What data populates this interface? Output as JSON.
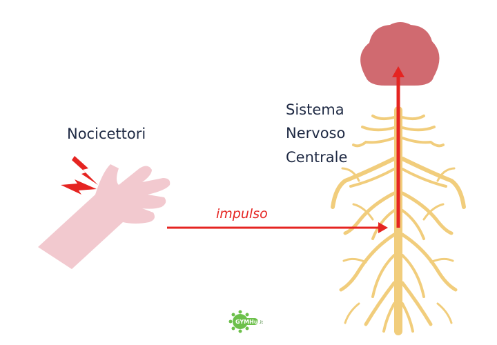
{
  "labels": {
    "nociceptors": "Nocicettori",
    "cns_line1": "Sistema",
    "cns_line2": "Nervoso",
    "cns_line3": "Centrale",
    "impulse": "impulso"
  },
  "logo": {
    "brand": "GYMHub",
    "tld": ".it"
  },
  "colors": {
    "arrow": "#e52421",
    "brain": "#d06a70",
    "nerves": "#f1cd7c",
    "hand": "#f2c9cf",
    "pain_bolt": "#e52421",
    "text": "#1f2a44",
    "logo": "#6cc04a"
  },
  "icons": [
    "lightning-bolt-icon",
    "hand-icon",
    "brain-icon",
    "nervous-system-icon",
    "logo-virus-icon"
  ]
}
